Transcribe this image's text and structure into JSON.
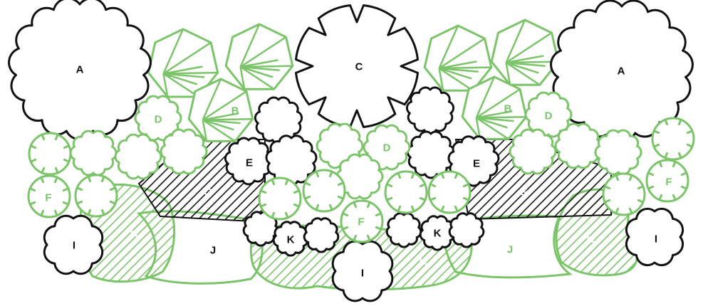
{
  "colors": {
    "green": "#7cc46a",
    "black": "#111111",
    "white": "#ffffff"
  },
  "labels": {
    "a": "A",
    "b": "B",
    "c": "C",
    "d": "D",
    "e": "E",
    "f": "F",
    "g": "G",
    "h": "H",
    "i": "I",
    "j": "J",
    "k": "K"
  }
}
